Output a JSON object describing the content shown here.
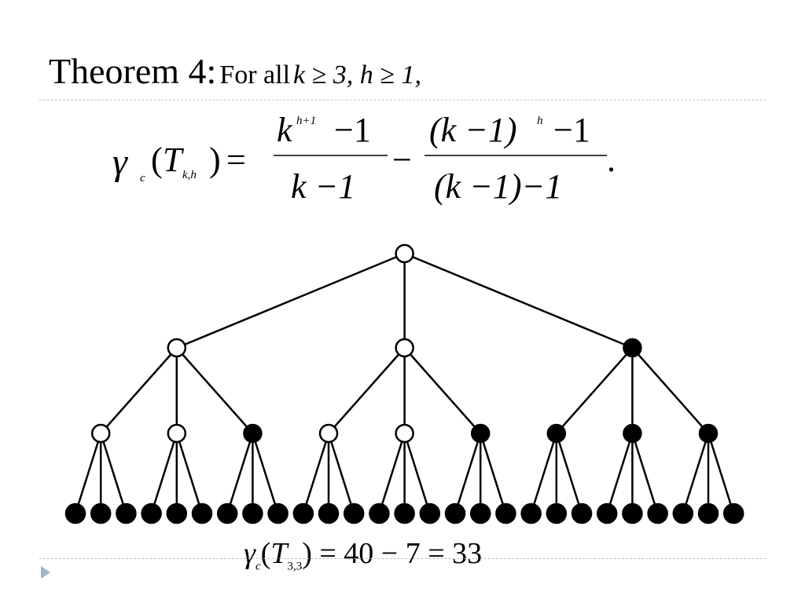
{
  "slide": {
    "title_lead": "Theorem 4:",
    "title_text": "For all",
    "title_math": "k ≥ 3, h ≥ 1,"
  },
  "formula": {
    "gamma": "γ",
    "gamma_sub": "c",
    "T": "T",
    "T_sub": "k,h",
    "eq": "=",
    "frac1_num_base": "k",
    "frac1_num_exp": "h+1",
    "frac1_num_tail": "−1",
    "frac1_den": "k −1",
    "minus": "−",
    "frac2_num_base": "(k −1)",
    "frac2_num_exp": "h",
    "frac2_num_tail": "−1",
    "frac2_den": "(k −1)−1",
    "period": "."
  },
  "tree": {
    "k": 3,
    "h": 3,
    "filled_level1": [
      false,
      false,
      true
    ],
    "filled_level2": [
      false,
      false,
      true,
      false,
      false,
      true,
      true,
      true,
      true
    ],
    "filled_leaves": true,
    "root_filled": false
  },
  "bottom_equation": {
    "gamma": "γ",
    "gamma_sub": "c",
    "T": "T",
    "T_sub": "3,3",
    "rhs": "= 40 − 7 = 33"
  },
  "colors": {
    "divider": "#b9c4cc",
    "bullet": "#9db4cb",
    "ink": "#000000"
  }
}
